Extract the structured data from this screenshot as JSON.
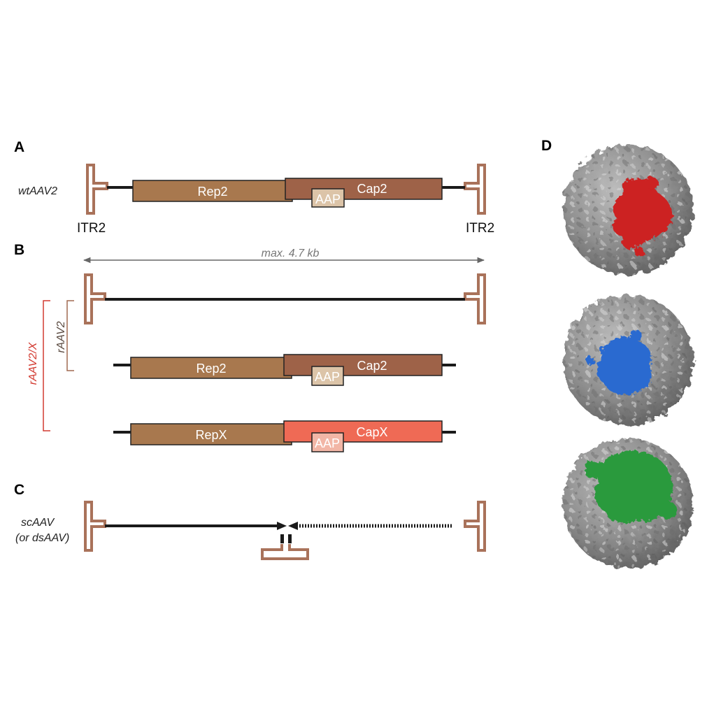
{
  "panels": {
    "a": {
      "letter": "A",
      "construct": "wtAAV2",
      "itr_left": "ITR2",
      "itr_right": "ITR2",
      "rep": "Rep2",
      "cap": "Cap2",
      "aap": "AAP"
    },
    "b": {
      "letter": "B",
      "size_note": "max. 4.7 kb",
      "bracket_outer": "rAAV2/X",
      "bracket_inner": "rAAV2",
      "helper1": {
        "rep": "Rep2",
        "cap": "Cap2",
        "aap": "AAP"
      },
      "helper2": {
        "rep": "RepX",
        "cap": "CapX",
        "aap": "AAP"
      }
    },
    "c": {
      "letter": "C",
      "construct_line1": "scAAV",
      "construct_line2": "(or dsAAV)"
    },
    "d": {
      "letter": "D",
      "capsids": [
        {
          "highlight": "red"
        },
        {
          "highlight": "blue"
        },
        {
          "highlight": "green"
        }
      ]
    }
  },
  "colors": {
    "itr": "#a9725a",
    "rep": "#a8784e",
    "cap2": "#9e6248",
    "capx": "#ef6a55",
    "aap": "#dcc4a8",
    "aap_x": "#f2b6a6",
    "dna": "#1a1a1a",
    "bracket_outer": "#d23a30",
    "bracket_inner": "#a06a50",
    "capsid_grey": "#8c8c8c",
    "capsid_red": "#cc2020",
    "capsid_blue": "#2a6ad0",
    "capsid_green": "#2a9a3c"
  }
}
